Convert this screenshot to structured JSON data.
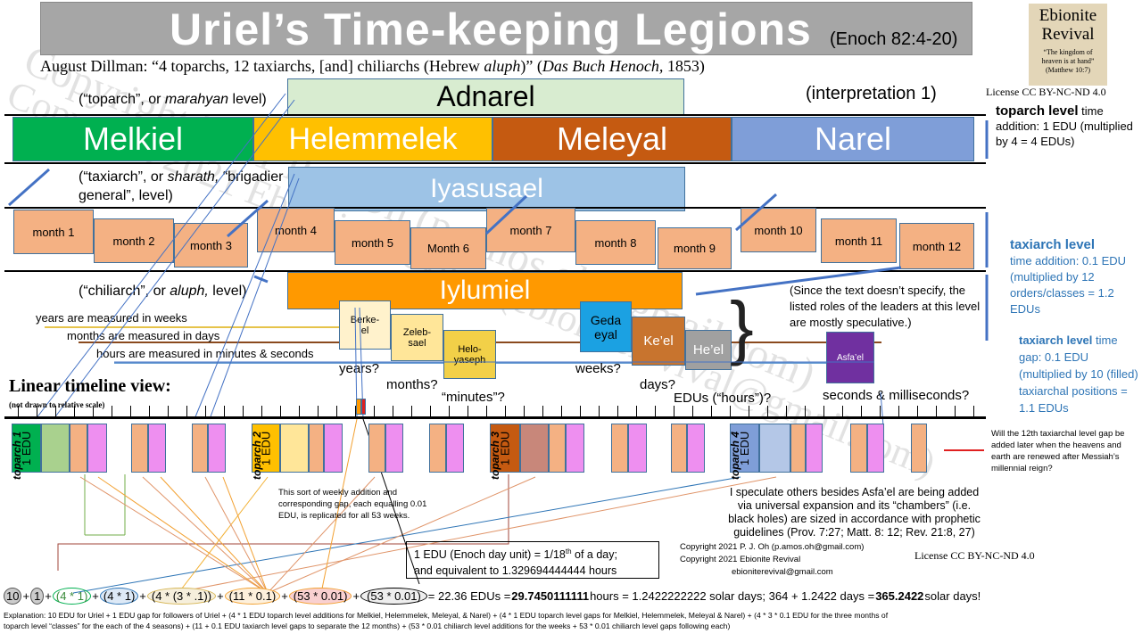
{
  "title": "Uriel’s Time-keeping Legions",
  "subtitle": "(Enoch 82:4-20)",
  "dillman": {
    "pre": "August Dillman: “4 toparchs, 12 taxiarchs, [and] chiliarchs (Hebrew ",
    "aluph": "aluph",
    "mid": ")” (",
    "book": "Das Buch Henoch,",
    "post": " 1853)"
  },
  "logo": {
    "line1": "Ebionite",
    "line2": "Revival",
    "quote": "“The kingdom of heaven is at hand” (Matthew 10:7)"
  },
  "license": "License CC BY-NC-ND 4.0",
  "interpretation": "(interpretation 1)",
  "toparch": {
    "label_pre": "(“toparch”, or ",
    "label_em": "marahyan",
    "label_post": " level)",
    "leader": "Adnarel",
    "members": [
      "Melkiel",
      "Helemmelek",
      "Meleyal",
      "Narel"
    ]
  },
  "taxiarch": {
    "label_pre": "(“taxiarch”, or ",
    "label_em": "sharath,",
    "label_post": " “brigadier general”, level)",
    "leader": "Iyasusael",
    "months": [
      "month 1",
      "month 2",
      "month 3",
      "month 4",
      "month 5",
      "Month 6",
      "month 7",
      "month 8",
      "month 9",
      "month 10",
      "month 11",
      "month 12"
    ]
  },
  "chiliarch": {
    "label_pre": "(“chiliarch”, or ",
    "label_em": "aluph,",
    "label_post": " level)",
    "leader": "Iylumiel",
    "members": [
      "Berke-el",
      "Zeleb-sael",
      "Helo-yaseph",
      "Geda eyal",
      "Ke’el",
      "He’el",
      "Asfa’el"
    ]
  },
  "measures": [
    "years are measured in weeks",
    "months are measured in days",
    "hours are measured in minutes & seconds"
  ],
  "questions": [
    "years?",
    "months?",
    "“minutes”?",
    "weeks?",
    "days?",
    "EDUs (“hours”)?",
    "seconds & milliseconds?"
  ],
  "speculative_note": "(Since the text doesn’t specify, the listed roles of the leaders at this level are mostly speculative.)",
  "side_notes": {
    "toparch_bold": "toparch level",
    "toparch_text": " time addition: 1 EDU (multiplied by 4 = 4 EDUs)",
    "taxi_add_bold": "taxiarch level",
    "taxi_add_text": "time addition: 0.1 EDU (multiplied by 12 orders/classes = 1.2 EDUs",
    "taxi_gap_bold": "taxiarch level",
    "taxi_gap_text": " time gap: 0.1 EDU (multiplied by 10 (filled) taxiarchal positions = 1.1 EDUs"
  },
  "timeline": {
    "title": "Linear timeline view:",
    "subtitle": "(not drawn to relative scale)",
    "toparch_labels": [
      "toparch 1",
      "toparch 2",
      "toparch 3",
      "toparch 4"
    ],
    "edu_label": "1 EDU"
  },
  "weekly_note": "This sort of weekly addition and corresponding gap, each equalling 0.01 EDU, is replicated for all 53 weeks.",
  "edu_def": {
    "l1a": "1 EDU (Enoch day unit) = 1/18",
    "sup": "th",
    "l1b": " of a day;",
    "l2": "and equivalent to 1.329694444444  hours"
  },
  "expansion_note": "I speculate others besides Asfa’el are being added via universal expansion and its “chambers” (i.e. black holes) are sized in accordance with prophetic guidelines (Prov. 7:27; Matt. 8: 12; Rev. 21:8, 27)",
  "twelfth_gap_note": "Will the 12th taxiarchal level gap be added later when the heavens and earth are renewed after Messiah’s millennial reign?",
  "copyright": [
    "Copyright 2021 P. J. Oh (p.amos.oh@gmail.com)",
    "Copyright 2021 Ebionite Revival",
    "ebioniterevival@gmail.com"
  ],
  "formula": {
    "terms": [
      "10",
      "1",
      "(4 * 1)",
      "(4 * 1)",
      "(4 * (3 * .1))",
      "(11 * 0.1)",
      "(53 * 0.01)",
      "(53 * 0.01)"
    ],
    "r1": "= 22.36 EDUs = ",
    "r2": "29.7450111111",
    "r3": " hours = 1.2422222222 solar days; 364 + 1.2422 days = ",
    "r4": "365.2422",
    "r5": " solar days!"
  },
  "explanation": "Explanation: 10 EDU for Uriel + 1 EDU gap for followers of Uriel + (4 * 1 EDU toparch level additions for Melkiel, Helemmelek, Meleyal, & Narel) + (4 * 1 EDU toparch level gaps for Melkiel, Helemmelek, Meleyal & Narel) + (4 * 3 * 0.1 EDU for the three months of toparch level “classes” for the each of the 4 seasons) + (11 + 0.1 EDU taxiarch level gaps to separate the 12 months) + (53 * 0.01 chiliarch level additions for the weeks + 53 * 0.01 chiliarch level gaps following each)",
  "watermarks": [
    "Copyright 2021 P. J. Oh (p.amos.oh@gmail.com)",
    "Copyright 2021 Ebionite Revival (ebioniterevival@gmail.com)"
  ],
  "colors": {
    "melkiel": "#00b050",
    "helemmelek": "#ffc000",
    "meleyal": "#c55a11",
    "narel": "#7f9ed8",
    "iylumiel": "#ff9900",
    "iyasusael": "#9dc3e6",
    "month": "#f4b183",
    "gap": "#ee8ff0",
    "accent_blue": "#2e75b6"
  }
}
